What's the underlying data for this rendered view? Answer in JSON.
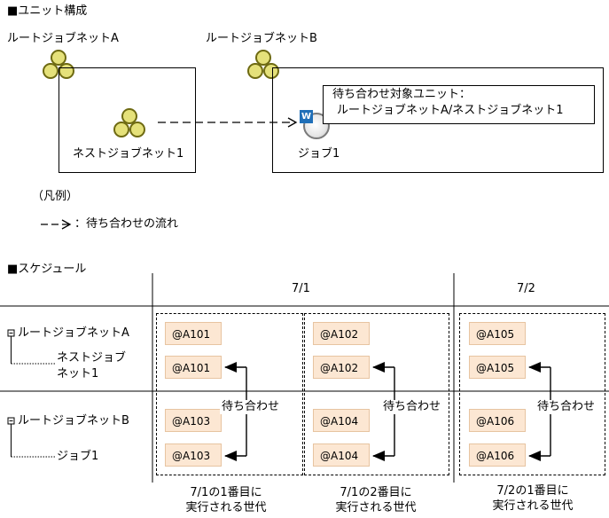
{
  "unit_section": {
    "title": "■ユニット構成",
    "root_a": "ルートジョブネットA",
    "root_b": "ルートジョブネットB",
    "nested": "ネストジョブネット1",
    "job": "ジョブ1",
    "job_badge": "W",
    "callout_line1": "待ち合わせ対象ユニット：",
    "callout_line2": "ルートジョブネットA/ネストジョブネット1"
  },
  "legend": {
    "title": "（凡例）",
    "arrow_label": "：待ち合わせの流れ"
  },
  "schedule": {
    "title": "■スケジュール",
    "dates": [
      "7/1",
      "7/2"
    ],
    "tree": {
      "root_a": "ルートジョブネットA",
      "nested_line1": "ネストジョブ",
      "nested_line2": "ネット1",
      "root_b": "ルートジョブネットB",
      "job": "ジョブ1"
    },
    "columns": [
      {
        "gen_a_root": "@A101",
        "gen_a_nest": "@A101",
        "gen_b_root": "@A103",
        "gen_b_job": "@A103",
        "wait_label": "待ち合わせ",
        "caption_line1": "7/1の1番目に",
        "caption_line2": "実行される世代"
      },
      {
        "gen_a_root": "@A102",
        "gen_a_nest": "@A102",
        "gen_b_root": "@A104",
        "gen_b_job": "@A104",
        "wait_label": "待ち合わせ",
        "caption_line1": "7/1の2番目に",
        "caption_line2": "実行される世代"
      },
      {
        "gen_a_root": "@A105",
        "gen_a_nest": "@A105",
        "gen_b_root": "@A106",
        "gen_b_job": "@A106",
        "wait_label": "待ち合わせ",
        "caption_line1": "7/2の1番目に",
        "caption_line2": "実行される世代"
      }
    ]
  },
  "colors": {
    "jobnet_icon_fill": "#e5e17a",
    "jobnet_icon_stroke": "#6e6a12",
    "generation_fill": "#fce7d3",
    "job_badge_fill": "#1f6fb8"
  }
}
